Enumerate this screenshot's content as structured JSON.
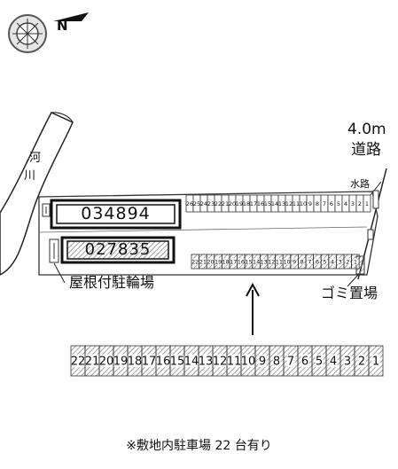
{
  "compass": {
    "north_label": "N",
    "icon": "compass-rose-icon"
  },
  "river": {
    "chars": [
      "河",
      "川"
    ]
  },
  "road": {
    "width": "4.0m",
    "name": "道路"
  },
  "waterway": {
    "label": "水路"
  },
  "buildings": [
    {
      "code": "034894"
    },
    {
      "code": "027835"
    }
  ],
  "bike_parking": {
    "label": "屋根付駐輪場"
  },
  "trash_area": {
    "label": "ゴミ置場"
  },
  "parking": {
    "row_top": {
      "numbers": [
        "26",
        "25",
        "24",
        "23",
        "22",
        "21",
        "20",
        "19",
        "18",
        "17",
        "16",
        "15",
        "14",
        "13",
        "12",
        "11",
        "10",
        "9",
        "8",
        "7",
        "6",
        "5",
        "4",
        "3",
        "2",
        "1"
      ]
    },
    "row_middle": {
      "numbers": [
        "22",
        "21",
        "20",
        "19",
        "18",
        "17",
        "16",
        "15",
        "14",
        "13",
        "12",
        "11",
        "10",
        "9",
        "8",
        "7",
        "6",
        "5",
        "4",
        "3",
        "2",
        "1"
      ]
    },
    "row_legend": {
      "numbers": [
        "22",
        "21",
        "20",
        "19",
        "18",
        "17",
        "16",
        "15",
        "14",
        "13",
        "12",
        "11",
        "10",
        "9",
        "8",
        "7",
        "6",
        "5",
        "4",
        "3",
        "2",
        "1"
      ]
    }
  },
  "footer": {
    "note": "※敷地内駐車場 22 台有り"
  },
  "colors": {
    "line": "#222222",
    "hatch": "#888888",
    "river_fill": "#ffffff"
  }
}
